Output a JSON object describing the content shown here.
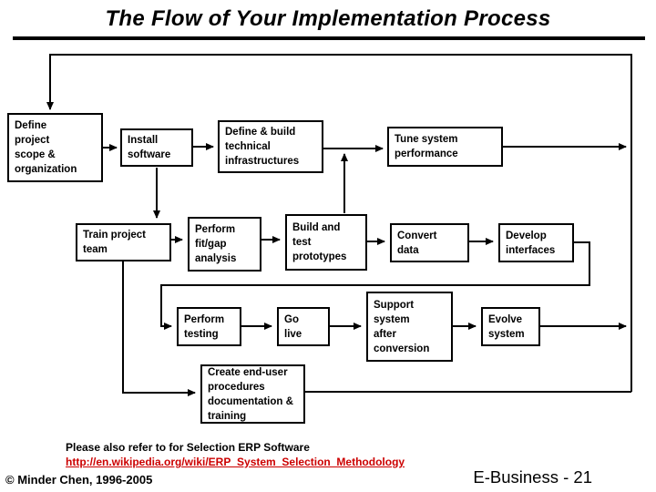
{
  "slide": {
    "title": "The Flow of Your Implementation Process",
    "flow": {
      "boxes": [
        {
          "id": "define-scope",
          "label": "Define\nproject\nscope &\norganization"
        },
        {
          "id": "install-software",
          "label": "Install\nsoftware"
        },
        {
          "id": "define-build",
          "label": "Define & build\ntechnical\ninfrastructures"
        },
        {
          "id": "tune-system",
          "label": "Tune system\nperformance"
        },
        {
          "id": "train-team",
          "label": "Train project\nteam"
        },
        {
          "id": "fit-gap",
          "label": "Perform\nfit/gap\nanalysis"
        },
        {
          "id": "build-test",
          "label": "Build and\ntest\nprototypes"
        },
        {
          "id": "convert-data",
          "label": "Convert\ndata"
        },
        {
          "id": "develop-interfaces",
          "label": "Develop\ninterfaces"
        },
        {
          "id": "perform-testing",
          "label": "Perform\ntesting"
        },
        {
          "id": "go-live",
          "label": "Go\nlive"
        },
        {
          "id": "support-system",
          "label": "Support\nsystem\nafter\nconversion"
        },
        {
          "id": "evolve-system",
          "label": "Evolve\nsystem"
        },
        {
          "id": "create-docs",
          "label": "Create end-user\nprocedures\ndocumentation &\ntraining"
        }
      ]
    },
    "footer": {
      "note": "Please also refer to for Selection ERP Software",
      "link": "http://en.wikipedia.org/wiki/ERP_System_Selection_Methodology",
      "copyright": "© Minder Chen, 1996-2005",
      "page_label": "E-Business - 21"
    },
    "colors": {
      "ink": "#000000",
      "link_red": "#CC0000",
      "background": "#FFFFFF"
    }
  }
}
